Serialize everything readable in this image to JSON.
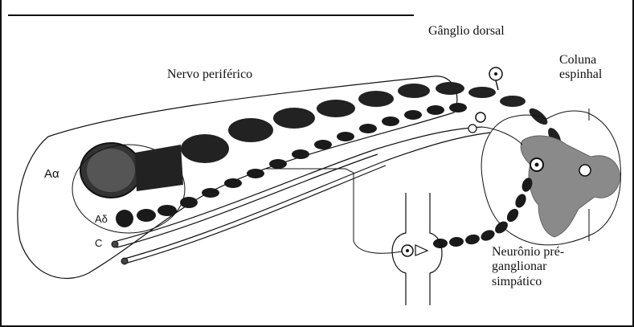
{
  "labels": {
    "nervo_periferico": "Nervo periférico",
    "ganglio_dorsal": "Gânglio dorsal",
    "coluna_espinhal": "Coluna\nespinhal",
    "neuronio": "Neurônio pré-\nganglionar\nsimpático",
    "fiber_a_alpha": "Aα",
    "fiber_a_delta": "Aδ",
    "fiber_c": "C"
  },
  "colors": {
    "ink": "#111111",
    "cord_gray": "#8a8a8a",
    "background": "#ffffff"
  }
}
